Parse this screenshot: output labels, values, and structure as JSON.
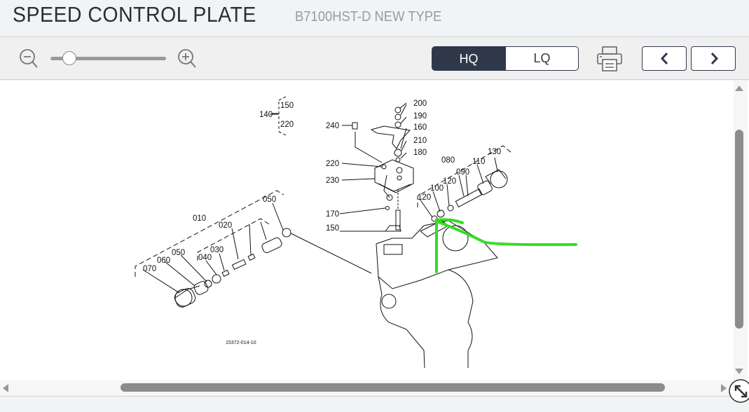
{
  "header": {
    "title": "SPEED CONTROL PLATE",
    "subtitle": "B7100HST-D NEW TYPE"
  },
  "toolbar": {
    "hq_label": "HQ",
    "lq_label": "LQ",
    "quality_selected": "HQ",
    "zoom_level_fraction": 0.15
  },
  "diagram": {
    "drawing_code": "15372-014-10",
    "labels": {
      "p140": "140",
      "p150a": "150",
      "p220a": "220",
      "p240": "240",
      "p200": "200",
      "p190": "190",
      "p160": "160",
      "p210": "210",
      "p180": "180",
      "p220b": "220",
      "p230": "230",
      "p170": "170",
      "p150b": "150",
      "p080": "080",
      "p130": "130",
      "p110": "110",
      "p090": "090",
      "p120a": "120",
      "p100": "100",
      "p120b": "120",
      "p050a": "050",
      "p010": "010",
      "p020": "020",
      "p030": "030",
      "p040": "040",
      "p050b": "050",
      "p060": "060",
      "p070": "070"
    },
    "annotation_color": "#33dd22"
  }
}
